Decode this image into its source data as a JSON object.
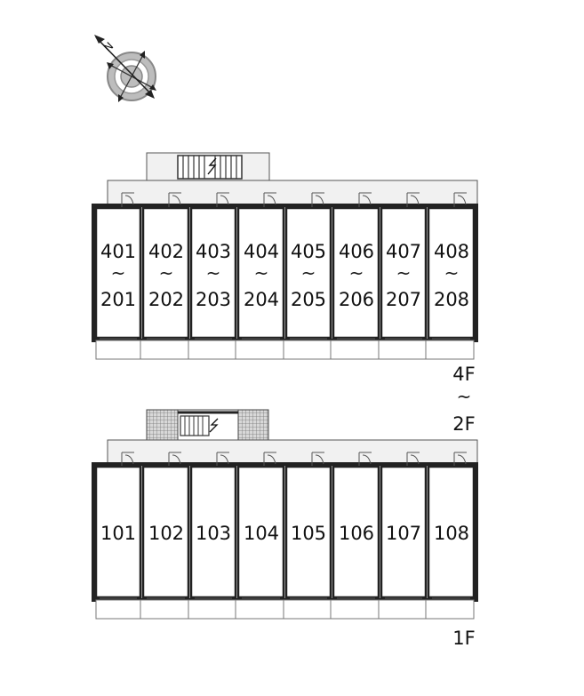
{
  "compass": {
    "north_label": "N",
    "icon": "compass-rose-icon"
  },
  "upper_block": {
    "floor_label_top": "4F",
    "floor_label_sep": "~",
    "floor_label_bottom": "2F",
    "units": [
      {
        "top": "401",
        "sep": "~",
        "bottom": "201"
      },
      {
        "top": "402",
        "sep": "~",
        "bottom": "202"
      },
      {
        "top": "403",
        "sep": "~",
        "bottom": "203"
      },
      {
        "top": "404",
        "sep": "~",
        "bottom": "204"
      },
      {
        "top": "405",
        "sep": "~",
        "bottom": "205"
      },
      {
        "top": "406",
        "sep": "~",
        "bottom": "206"
      },
      {
        "top": "407",
        "sep": "~",
        "bottom": "207"
      },
      {
        "top": "408",
        "sep": "~",
        "bottom": "208"
      }
    ]
  },
  "lower_block": {
    "floor_label": "1F",
    "units": [
      "101",
      "102",
      "103",
      "104",
      "105",
      "106",
      "107",
      "108"
    ]
  }
}
